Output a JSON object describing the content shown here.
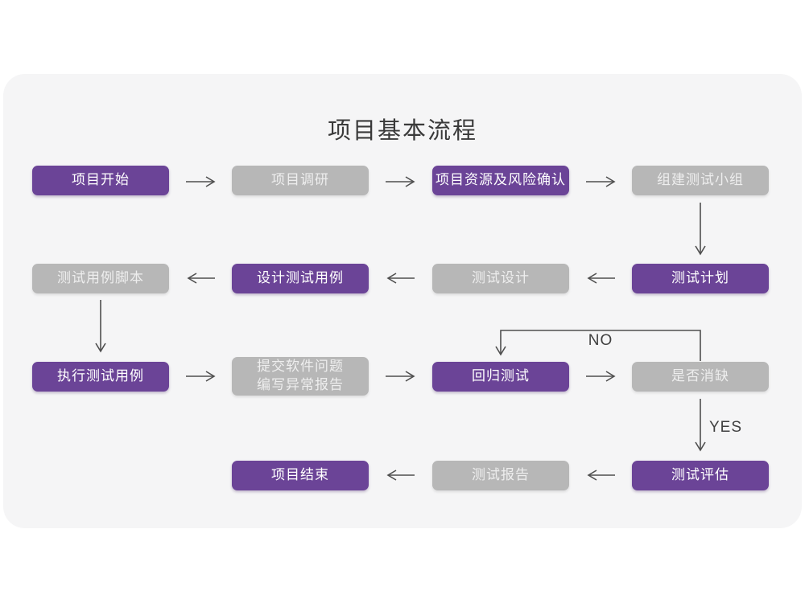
{
  "title": "项目基本流程",
  "colors": {
    "node_purple": "#6b4497",
    "node_gray": "#b7b7b7",
    "card_background": "#f5f5f6",
    "page_background": "#ffffff",
    "arrow": "#4f4f4f",
    "title_text": "#3a3a3a",
    "purple_node_text": "#ffffff",
    "gray_node_text": "#eeeeee"
  },
  "nodes": [
    {
      "id": "project-start",
      "label": "项目开始",
      "variant": "purple"
    },
    {
      "id": "project-research",
      "label": "项目调研",
      "variant": "gray"
    },
    {
      "id": "project-resources-risk-confirm",
      "label": "项目资源及风险确认",
      "variant": "purple"
    },
    {
      "id": "form-test-team",
      "label": "组建测试小组",
      "variant": "gray"
    },
    {
      "id": "test-plan",
      "label": "测试计划",
      "variant": "purple"
    },
    {
      "id": "test-design",
      "label": "测试设计",
      "variant": "gray"
    },
    {
      "id": "design-test-cases",
      "label": "设计测试用例",
      "variant": "purple"
    },
    {
      "id": "test-case-scripts",
      "label": "测试用例脚本",
      "variant": "gray"
    },
    {
      "id": "execute-test-cases",
      "label": "执行测试用例",
      "variant": "purple"
    },
    {
      "id": "submit-issues-report",
      "line1": "提交软件问题",
      "line2": "编写异常报告",
      "variant": "gray"
    },
    {
      "id": "regression-test",
      "label": "回归测试",
      "variant": "purple"
    },
    {
      "id": "defect-cleared-check",
      "label": "是否消缺",
      "variant": "gray"
    },
    {
      "id": "test-evaluation",
      "label": "测试评估",
      "variant": "purple"
    },
    {
      "id": "test-report",
      "label": "测试报告",
      "variant": "gray"
    },
    {
      "id": "project-end",
      "label": "项目结束",
      "variant": "purple"
    }
  ],
  "edges": [
    {
      "from": "project-start",
      "to": "project-research",
      "label": ""
    },
    {
      "from": "project-research",
      "to": "project-resources-risk-confirm",
      "label": ""
    },
    {
      "from": "project-resources-risk-confirm",
      "to": "form-test-team",
      "label": ""
    },
    {
      "from": "form-test-team",
      "to": "test-plan",
      "label": ""
    },
    {
      "from": "test-plan",
      "to": "test-design",
      "label": ""
    },
    {
      "from": "test-design",
      "to": "design-test-cases",
      "label": ""
    },
    {
      "from": "design-test-cases",
      "to": "test-case-scripts",
      "label": ""
    },
    {
      "from": "test-case-scripts",
      "to": "execute-test-cases",
      "label": ""
    },
    {
      "from": "execute-test-cases",
      "to": "submit-issues-report",
      "label": ""
    },
    {
      "from": "submit-issues-report",
      "to": "regression-test",
      "label": ""
    },
    {
      "from": "regression-test",
      "to": "defect-cleared-check",
      "label": ""
    },
    {
      "from": "defect-cleared-check",
      "to": "regression-test",
      "label": "NO"
    },
    {
      "from": "defect-cleared-check",
      "to": "test-evaluation",
      "label": "YES"
    },
    {
      "from": "test-evaluation",
      "to": "test-report",
      "label": ""
    },
    {
      "from": "test-report",
      "to": "project-end",
      "label": ""
    }
  ]
}
